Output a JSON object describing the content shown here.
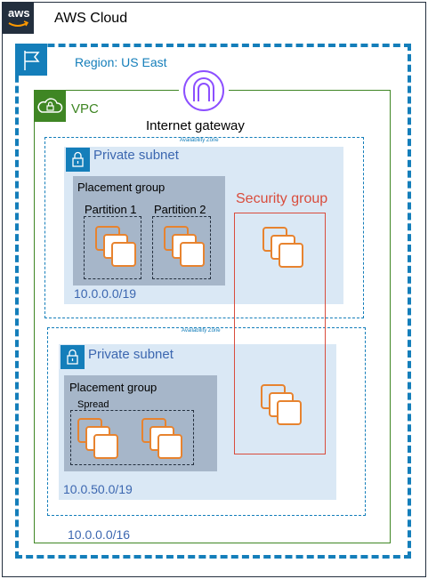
{
  "cloud": {
    "label": "AWS Cloud",
    "logo_text": "aws"
  },
  "region": {
    "label": "Region: US East"
  },
  "vpc": {
    "label": "VPC",
    "cidr": "10.0.0.0/16"
  },
  "gateway": {
    "label": "Internet gateway"
  },
  "az1": {
    "label": "Availability Zone",
    "subnet": {
      "label": "Private subnet",
      "cidr": "10.0.0.0/19",
      "placement_group": {
        "label": "Placement group",
        "partitions": [
          "Partition 1",
          "Partition 2"
        ]
      }
    }
  },
  "az2": {
    "label": "Availability Zone",
    "subnet": {
      "label": "Private subnet",
      "cidr": "10.0.50.0/19",
      "placement_group": {
        "label": "Placement group",
        "strategy": "Spread"
      }
    }
  },
  "security_group": {
    "label": "Security group"
  },
  "colors": {
    "region_border": "#147EBA",
    "vpc_green": "#3F8624",
    "subnet_fill": "#DAE8F5",
    "subnet_text": "#3C67B0",
    "placement_fill": "#A6B6C9",
    "security_red": "#D94C3C",
    "instance_orange": "#E7832F",
    "gateway_purple": "#8C4FFF"
  }
}
